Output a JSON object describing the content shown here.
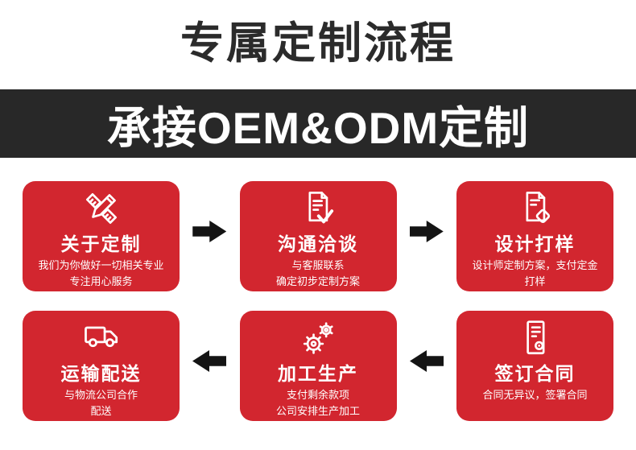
{
  "header": {
    "title": "专属定制流程",
    "banner_title": "承接OEM&ODM定制"
  },
  "colors": {
    "card_red": "#d2262f",
    "banner_dark": "#282828",
    "arrow_black": "#141414",
    "title_dark": "#2b2b2b",
    "text_white": "#ffffff"
  },
  "steps": [
    {
      "step": 1,
      "icon": "pencil-ruler-icon",
      "title": "关于定制",
      "desc": [
        "我们为你做好一切相关专业",
        "专注用心服务"
      ]
    },
    {
      "step": 2,
      "icon": "document-check-icon",
      "title": "沟通洽谈",
      "desc": [
        "与客服联系",
        "确定初步定制方案"
      ]
    },
    {
      "step": 3,
      "icon": "document-tag-icon",
      "title": "设计打样",
      "desc": [
        "设计师定制方案，支付定金",
        "打样"
      ]
    },
    {
      "step": 4,
      "icon": "contract-seal-icon",
      "title": "签订合同",
      "desc": [
        "合同无异议，签署合同"
      ]
    },
    {
      "step": 5,
      "icon": "gears-icon",
      "title": "加工生产",
      "desc": [
        "支付剩余款项",
        "公司安排生产加工"
      ]
    },
    {
      "step": 6,
      "icon": "truck-icon",
      "title": "运输配送",
      "desc": [
        "与物流公司合作",
        "配送"
      ]
    }
  ],
  "flow": {
    "row1_order": [
      1,
      2,
      3
    ],
    "row1_arrow_direction": "right",
    "row2_order": [
      6,
      5,
      4
    ],
    "row2_arrow_direction": "left"
  }
}
